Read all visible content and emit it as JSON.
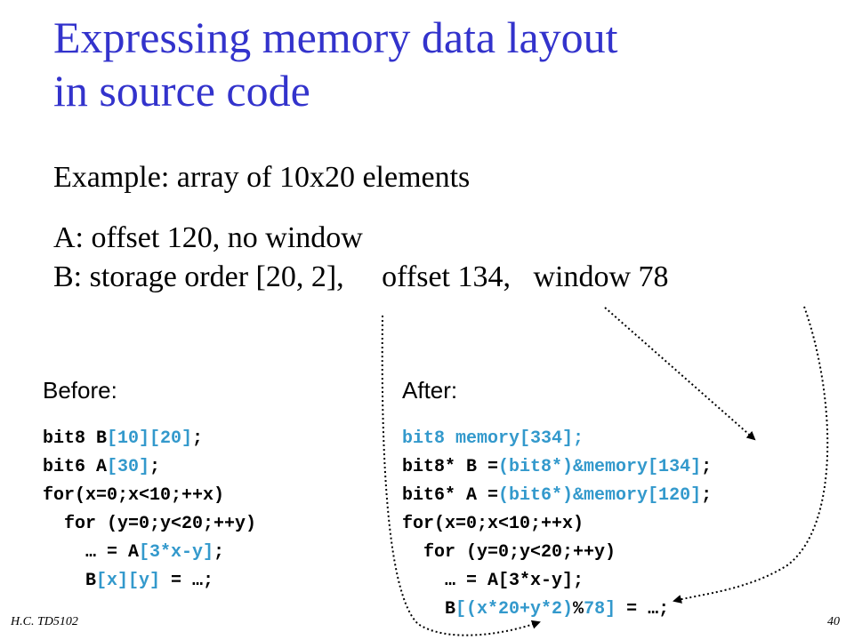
{
  "title": {
    "line1": "Expressing memory data layout",
    "line2": "in source code"
  },
  "bullets": {
    "example": "Example: array of 10x20 elements",
    "a": "A: offset 120, no window",
    "b": "B: storage order [20, 2],     offset 134,   window 78"
  },
  "before": {
    "heading": "Before:",
    "lines": [
      [
        {
          "t": "bit8 B",
          "c": "plain"
        },
        {
          "t": "[10][20]",
          "c": "hl"
        },
        {
          "t": ";",
          "c": "plain"
        }
      ],
      [
        {
          "t": "bit6 A",
          "c": "plain"
        },
        {
          "t": "[30]",
          "c": "hl"
        },
        {
          "t": ";",
          "c": "plain"
        }
      ],
      [
        {
          "t": "for(x=0;x<10;++x)",
          "c": "plain"
        }
      ],
      [
        {
          "t": "  for (y=0;y<20;++y)",
          "c": "plain"
        }
      ],
      [
        {
          "t": "    … = A",
          "c": "plain"
        },
        {
          "t": "[3*x-y]",
          "c": "hl"
        },
        {
          "t": ";",
          "c": "plain"
        }
      ],
      [
        {
          "t": "    B",
          "c": "plain"
        },
        {
          "t": "[x][y]",
          "c": "hl"
        },
        {
          "t": " = …;",
          "c": "plain"
        }
      ]
    ]
  },
  "after": {
    "heading": "After:",
    "lines": [
      [
        {
          "t": "bit8 memory[334];",
          "c": "hl"
        }
      ],
      [
        {
          "t": "bit8* B =",
          "c": "plain"
        },
        {
          "t": "(bit8*)&memory[134]",
          "c": "hl"
        },
        {
          "t": ";",
          "c": "plain"
        }
      ],
      [
        {
          "t": "bit6* A =",
          "c": "plain"
        },
        {
          "t": "(bit6*)&memory[120]",
          "c": "hl"
        },
        {
          "t": ";",
          "c": "plain"
        }
      ],
      [
        {
          "t": "for(x=0;x<10;++x)",
          "c": "plain"
        }
      ],
      [
        {
          "t": "  for (y=0;y<20;++y)",
          "c": "plain"
        }
      ],
      [
        {
          "t": "    … = A[3*x-y];",
          "c": "plain"
        }
      ],
      [
        {
          "t": "    B",
          "c": "plain"
        },
        {
          "t": "[(x*20+y*2)",
          "c": "hl"
        },
        {
          "t": "%",
          "c": "plain"
        },
        {
          "t": "78]",
          "c": "hl"
        },
        {
          "t": " = …;",
          "c": "plain"
        }
      ]
    ]
  },
  "footer": {
    "left": "H.C.  TD5102",
    "right": "40"
  },
  "colors": {
    "title": "#3333cc",
    "highlight": "#3399cc",
    "arrow": "#000000"
  }
}
